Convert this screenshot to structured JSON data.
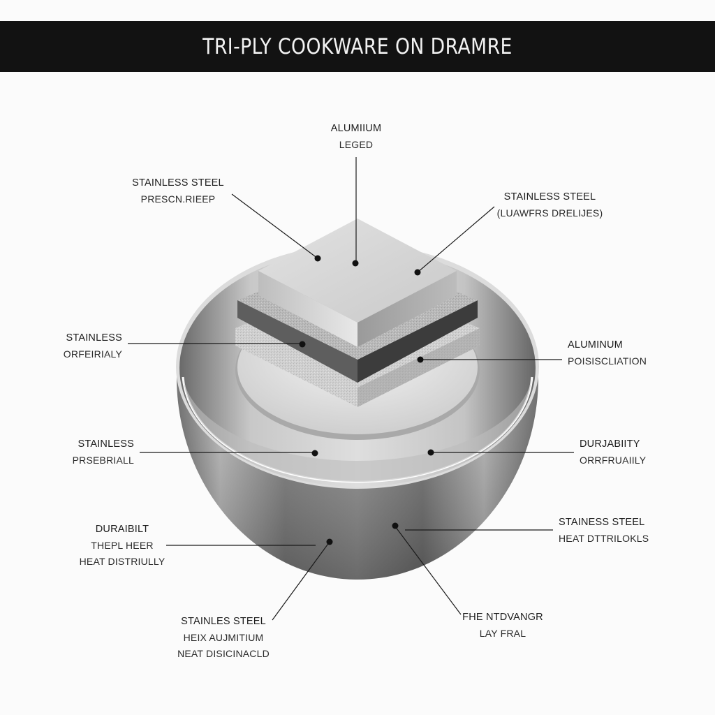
{
  "title": "TRI-PLY COOKWARE ON DRAMRE",
  "colors": {
    "title_bar": "#121212",
    "title_text": "#f2f2f2",
    "background": "#fbfbfb",
    "leader_line": "#1a1a1a",
    "steel_light": "#e6e6e6",
    "steel_dark": "#5a5a5a"
  },
  "labels": {
    "top_center": {
      "line1": "ALUMIIUM",
      "line2": "LEGED"
    },
    "top_left": {
      "line1": "STAINLESS STEEL",
      "line2": "PRESCN.RIEEP"
    },
    "top_right": {
      "line1": "STAINLESS STEEL",
      "line2": "(LUAWFRS DRELIJES)"
    },
    "mid_left": {
      "line1": "STAINLESS",
      "line2": "ORFEIRIALY"
    },
    "mid_right": {
      "line1": "ALUMINUM",
      "line2": "POISISCLIATION"
    },
    "rim_left": {
      "line1": "STAINLESS",
      "line2": "PRSEBRIALL"
    },
    "rim_right": {
      "line1": "DURJABIITY",
      "line2": "ORRFRUAIILY"
    },
    "lower_left": {
      "line1": "DURAIBILT",
      "line2": "THEPL HEER",
      "line3": "HEAT DISTRIULLY"
    },
    "lower_right": {
      "line1": "STAINESS STEEL",
      "line2": "HEAT DTTRILOKLS"
    },
    "bottom_left": {
      "line1": "STAINLES STEEL",
      "line2": "HEIX AUJMITIUM",
      "line3": "NEAT DISICINACLD"
    },
    "bottom_right": {
      "line1": "FHE NTDVANGR",
      "line2": "LAY FRAL"
    }
  }
}
